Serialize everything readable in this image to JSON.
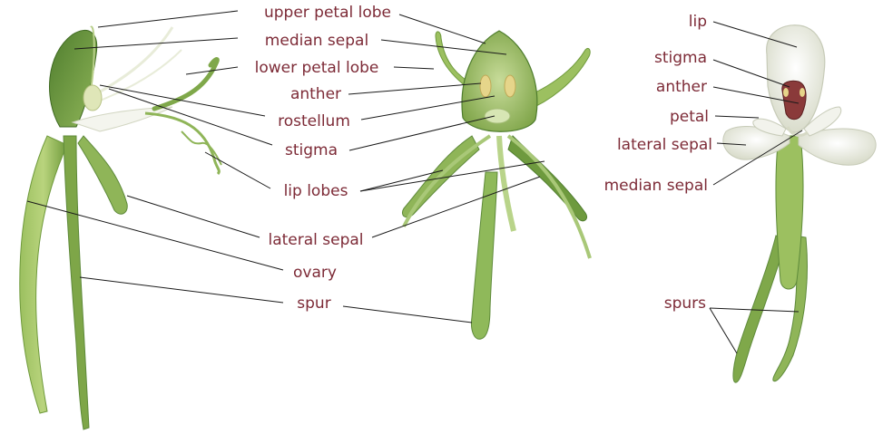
{
  "labels": {
    "upper_petal_lobe": "upper petal lobe",
    "median_sepal": "median sepal",
    "lower_petal_lobe": "lower petal lobe",
    "anther": "anther",
    "rostellum": "rostellum",
    "stigma": "stigma",
    "lip_lobes": "lip lobes",
    "lateral_sepal": "lateral sepal",
    "ovary": "ovary",
    "spur": "spur",
    "right_lip": "lip",
    "right_stigma": "stigma",
    "right_anther": "anther",
    "right_petal": "petal",
    "right_lateral_sepal": "lateral sepal",
    "right_median_sepal": "median sepal",
    "right_spurs": "spurs"
  },
  "colors": {
    "label_text": "#7d2b37",
    "leader_line": "#1a1a1a",
    "stem_green": "#7fa84a",
    "leaf_dark": "#5e8a3a",
    "petal_white": "#eef0e6",
    "anther_yellow": "#e6d58a",
    "column_red": "#8a3a3a"
  }
}
